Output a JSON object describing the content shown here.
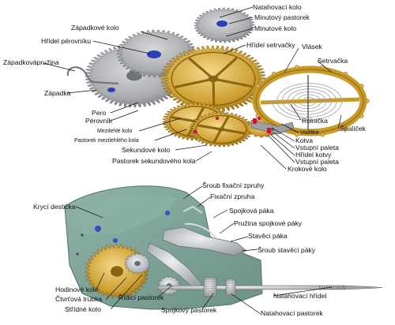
{
  "top_labels": {
    "natahovaci_kolo": "Natahovací kolo",
    "minutovy_pastorek": "Minutový pastorek",
    "zapadkove_kolo": "Západkové kolo",
    "minutove_kolo": "Minutové kolo",
    "hridel_perovniku": "Hřídel pérovníku",
    "hridel_setrvacky": "Hřídel setrvačky",
    "zapadkova_pruzina": "Západkovápružina",
    "vlasek": "Vlásek",
    "setrvacka": "Setrvačka",
    "zapadka": "Západka",
    "pero": "Pero",
    "perovnik": "Pérovník",
    "mezilehle_kolo": "Mezilehlé kolo",
    "pastorek_mezilehleho_kola": "Pastorek mezilehlého kola",
    "rolnicka": "Rolnička",
    "spalicek": "Špalíček",
    "voditko": "Vodítko",
    "kotva": "Kotva",
    "vstupni_paleta_1": "Vstupní paleta",
    "hridel_kotvy": "Hřídel kotvy",
    "vstupni_paleta_2": "Vstupní paleta",
    "krokove_kolo": "Krokové kolo",
    "sekundove_kolo": "Sekundové kolo",
    "pastorek_sekundoveho_kola": "Pastorek sekundového kola"
  },
  "bottom_labels": {
    "sroub_fixacni_zpruhy": "Šroub fixační zpruhy",
    "fixacni_zpruha": "Fixační zpruha",
    "kryci_desticka": "Krycí destička",
    "spojkova_paka": "Spojková páka",
    "pruzina_spojkove_paky": "Pružina spojkové páky",
    "staveci_paka": "Stavěcí páka",
    "sroub_staveci_paky": "Šroub stavěcí páky",
    "hodinove_kolo": "Hodinové kolo",
    "ctvrtova_trubka": "Čtvrťová trubka",
    "stridne_kolo": "Střídné kolo",
    "ridici_pastorek": "Řídicí pastorek",
    "natahovaci_hridel": "Natahovací hřídel",
    "spojkovy_pastorek": "Spojkový pastorek",
    "natahovaci_pastorek": "Natahovací pastorek"
  },
  "colors": {
    "gear_gray": "#a9abae",
    "gear_gray_dark": "#6f7277",
    "brass": "#c89a2a",
    "brass_light": "#e2c063",
    "plate_green": "#7fa398",
    "plate_green_dark": "#5f8478",
    "steel": "#c9ccd0",
    "ruby": "#c01a3a",
    "blue_screw": "#2a3fb0"
  }
}
